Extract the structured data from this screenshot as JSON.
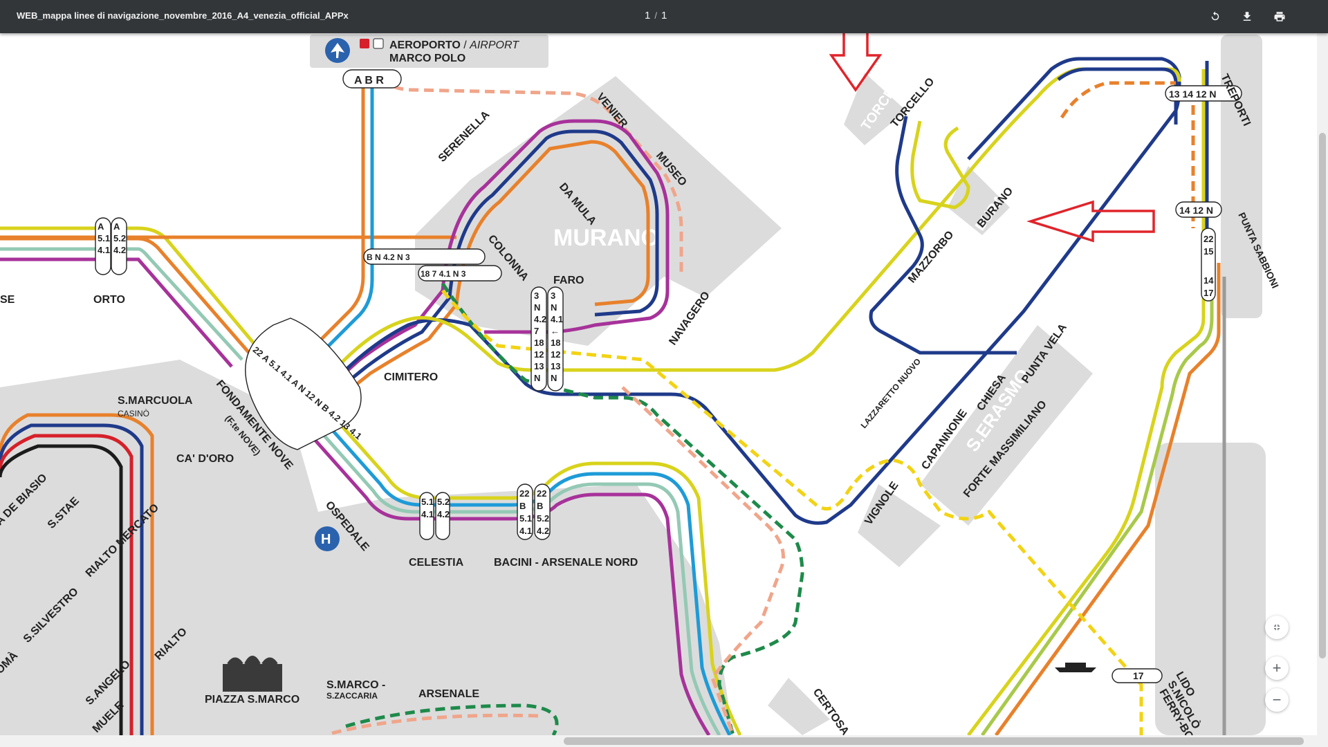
{
  "toolbar": {
    "title": "WEB_mappa linee di navigazione_novembre_2016_A4_venezia_official_APPx",
    "current_page": "1",
    "page_sep": "/",
    "total_pages": "1",
    "rotate_icon": "rotate-icon",
    "download_icon": "download-icon",
    "print_icon": "print-icon"
  },
  "map": {
    "island_murano": "MURANO",
    "island_burano": "BURANO",
    "island_torcello": "TORCELLO",
    "island_serasmo": "S.ERASMO",
    "stops": {
      "airport_it": "AEROPORTO",
      "airport_sep": " / ",
      "airport_en": "AIRPORT",
      "airport_line2": "MARCO POLO",
      "abr": "A B R",
      "serenella": "SERENELLA",
      "venier": "VENIER",
      "museo": "MUSEO",
      "da_mula": "DA MULA",
      "colonna": "COLONNA",
      "faro": "FARO",
      "navagero": "NAVAGERO",
      "cimitero": "CIMITERO",
      "orto": "ORTO",
      "se": "SE",
      "fondamente_nove": "FONDAMENTE NOVE",
      "fte_nove": "(F.te NOVE)",
      "s_marcuola": "S.MARCUOLA",
      "casino": "CASINÒ",
      "ca_doro": "CA' D'ORO",
      "de_biasio": "A DE BIASIO",
      "s_stae": "S.STAE",
      "rialto_mercato": "RIALTO MERCATO",
      "s_silvestro": "S.SILVESTRO",
      "rialto": "RIALTO",
      "s_angelo": "S.ANGELO",
      "toma": "OMÀ",
      "muele": "MUELE",
      "ospedale": "OSPEDALE",
      "celestia": "CELESTIA",
      "bacini": "BACINI - ARSENALE NORD",
      "piazza_s_marco": "PIAZZA S.MARCO",
      "s_marco_zaccaria": "S.MARCO -",
      "s_zaccaria": "S.ZACCARIA",
      "arsenale": "ARSENALE",
      "certosa": "CERTOSA",
      "mazzorbo": "MAZZORBO",
      "burano_stop": "BURANO",
      "torcello_stop": "TORCELLO",
      "treporti": "TREPORTI",
      "punta_sabbioni": "PUNTA SABBIONI",
      "lazzaretto_nuovo": "LAZZARETTO NUOVO",
      "capannone": "CAPANNONE",
      "chiesa": "CHIESA",
      "punta_vela": "PUNTA VELA",
      "forte_massimiliano": "FORTE MASSIMILIANO",
      "vignole": "VIGNOLE",
      "lido": "LIDO",
      "s_nicolo": "S.NICOLÒ",
      "ferry_boat": "FERRY-BOAT",
      "hospital": "H"
    },
    "badges": {
      "treporti": "13 14 12 N",
      "punta_sabbioni_top": "14 12 N",
      "ps_col1": [
        "22",
        "15"
      ],
      "ps_col2": [
        "14",
        "17"
      ],
      "lido_17": "17",
      "murano_faro_col1": [
        "3",
        "N",
        "4.2",
        "7",
        "18",
        "12",
        "13",
        "N"
      ],
      "murano_faro_col2": [
        "3",
        "N",
        "4.1",
        "←",
        "18",
        "12",
        "13",
        "N"
      ],
      "celestia_col1": [
        "5.1",
        "4.1"
      ],
      "celestia_col2": [
        "5.2",
        "4.2"
      ],
      "bacini_col1": [
        "22",
        "B",
        "5.1",
        "4.1"
      ],
      "bacini_col2": [
        "22",
        "B",
        "5.2",
        "4.2"
      ],
      "orto_col1": [
        "A",
        "5.1",
        "4.1"
      ],
      "orto_col2": [
        "A",
        "5.2",
        "4.2"
      ],
      "colonna_row1": "B  N  4.2 N  3",
      "colonna_row2": "18  7  4.1  N  3",
      "fn_hub": "22 A 5.1 4.1  A N 12 N  B 4.2 13  4.1"
    }
  },
  "colors": {
    "toolbar_bg": "#323639",
    "line_orange": "#e8812b",
    "line_blue": "#1e9bd7",
    "line_navy": "#1f3a8a",
    "line_purple": "#a7329a",
    "line_teal": "#94c9b5",
    "line_yellow": "#d8d31c",
    "line_green_dashed": "#1e8a4a",
    "line_salmon_dashed": "#f0a58a",
    "line_yellow_dashed": "#f2d314",
    "line_red": "#d6202a",
    "line_black": "#1b1b1b",
    "island_grey": "#dcdcdc",
    "annotation_red": "#e0242b"
  },
  "zoom": {
    "fit_icon": "fit-page-icon",
    "zoom_in": "+",
    "zoom_out": "−"
  }
}
